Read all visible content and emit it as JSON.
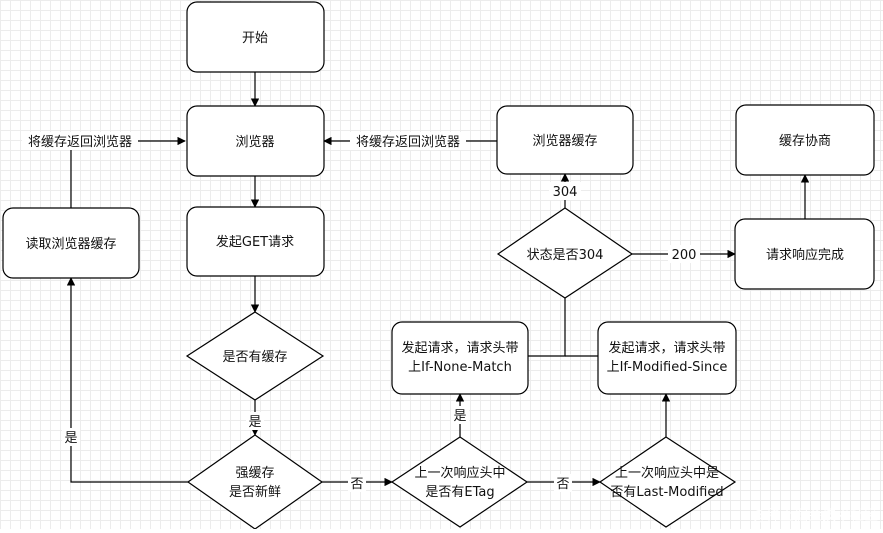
{
  "diagram": {
    "nodes": {
      "start": "开始",
      "browser": "浏览器",
      "request": "发起GET请求",
      "has_cache": "是否有缓存",
      "fresh": [
        "强缓存",
        "是否新鲜"
      ],
      "read_cache": "读取浏览器缓存",
      "has_etag": [
        "上一次响应头中",
        "是否有ETag"
      ],
      "has_last_modified": [
        "上一次响应头中是",
        "否有Last-Modified"
      ],
      "if_none_match": [
        "发起请求，请求头带",
        "上If-None-Match"
      ],
      "if_modified_since": [
        "发起请求，请求头带",
        "上If-Modified-Since"
      ],
      "status_304": "状态是否304",
      "browser_cache": "浏览器缓存",
      "request_done": "请求响应完成",
      "negotiate": "缓存协商"
    },
    "edge_labels": {
      "return_to_browser_left": "将缓存返回浏览器",
      "return_to_browser_right": "将缓存返回浏览器",
      "yes_fresh": "是",
      "yes_cache": "是",
      "no_fresh": "否",
      "yes_etag": "是",
      "no_etag": "否",
      "code_304": "304",
      "code_200": "200"
    }
  },
  "watermark": "@稀土掘金技术社区"
}
